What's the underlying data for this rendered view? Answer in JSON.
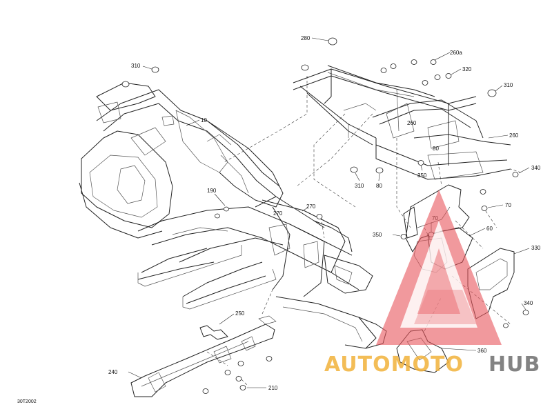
{
  "diagram_code": "30T2002",
  "callouts": {
    "c280a": "280",
    "c260a": "260a",
    "c320": "320",
    "c310_left": "310",
    "c310_right": "310",
    "c10": "10",
    "c260_mid": "260",
    "c80_a": "80",
    "c260_right": "260",
    "c340_top": "340",
    "c310_bottom": "310",
    "c80_b": "80",
    "c350_top": "350",
    "c190": "190",
    "c270_a": "270",
    "c270_b": "270",
    "c70_a": "70",
    "c70_b": "70",
    "c60": "60",
    "c350_left": "350",
    "c330": "330",
    "c340_bottom": "340",
    "c250": "250",
    "c240": "240",
    "c210": "210",
    "c360": "360"
  },
  "watermark": {
    "part1": "AUTOMOTO",
    "part2": "HUB",
    "color_red": "#e8555b",
    "color_orange": "#f2b23a",
    "color_gray": "#6e6e6e"
  }
}
